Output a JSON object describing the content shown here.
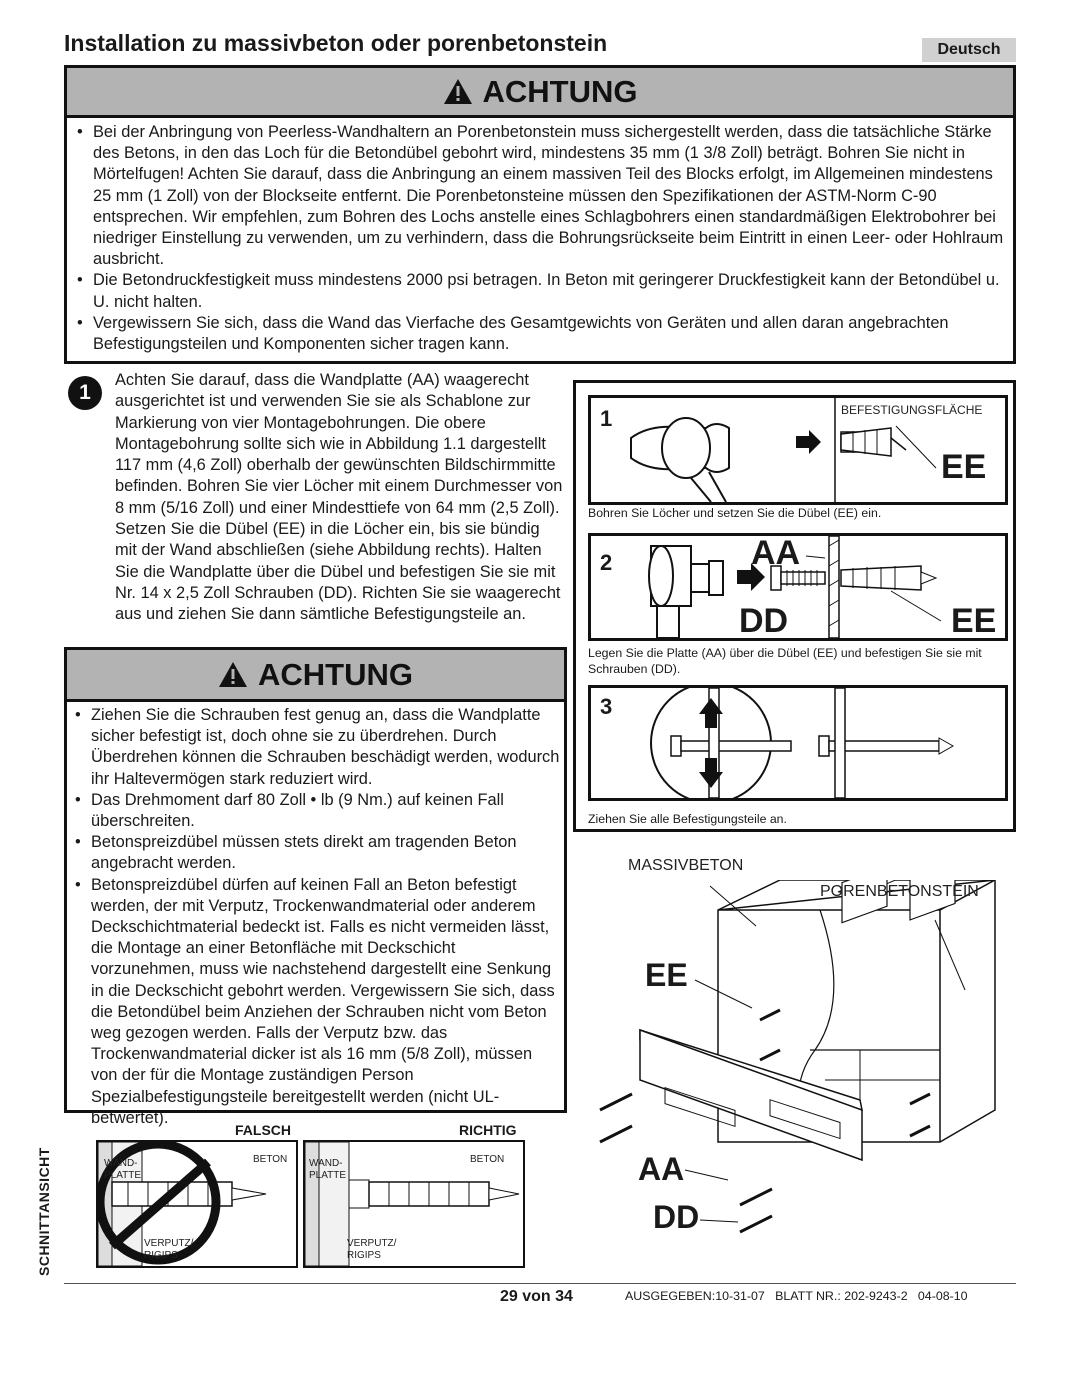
{
  "header": {
    "title": "Installation zu massivbeton oder porenbetonstein",
    "language": "Deutsch"
  },
  "warning_top": {
    "heading": "ACHTUNG",
    "items": [
      "Bei der Anbringung von Peerless-Wandhaltern an Porenbetonstein muss sichergestellt werden, dass die tatsächliche Stärke des Betons, in den das Loch für die Betondübel gebohrt wird, mindestens 35 mm (1 3/8 Zoll) beträgt. Bohren Sie nicht in Mörtelfugen! Achten Sie darauf, dass die Anbringung an einem massiven Teil des Blocks erfolgt, im Allgemeinen mindestens 25 mm (1 Zoll) von der Blockseite entfernt. Die Porenbetonsteine müssen den Spezifikationen der ASTM-Norm C-90 entsprechen. Wir empfehlen, zum Bohren des Lochs anstelle eines Schlagbohrers einen standardmäßigen Elektrobohrer bei niedriger Einstellung zu verwenden, um zu verhindern, dass die Bohrungsrückseite beim Eintritt in einen Leer- oder Hohlraum ausbricht.",
      "Die Betondruckfestigkeit muss mindestens 2000 psi betragen. In Beton mit geringerer Druckfestigkeit kann der Betondübel u. U. nicht halten.",
      "Vergewissern Sie sich, dass die Wand das Vierfache des Gesamtgewichts von Geräten und allen daran angebrachten Befestigungsteilen und Komponenten sicher tragen kann."
    ]
  },
  "step1": {
    "number": "1",
    "text": "Achten Sie darauf, dass die Wandplatte (AA) waagerecht ausgerichtet ist und verwenden Sie sie als Schablone zur Markierung von vier Montagebohrungen. Die obere Montagebohrung sollte sich wie in Abbildung 1.1 dargestellt 117 mm (4,6 Zoll) oberhalb der gewünschten Bildschirmmitte befinden. Bohren Sie vier Löcher mit einem Durchmesser von 8 mm (5/16 Zoll) und einer Mindesttiefe von 64 mm (2,5 Zoll). Setzen Sie die Dübel (EE) in die Löcher ein, bis sie bündig mit der Wand abschließen (siehe Abbildung rechts). Halten Sie die Wandplatte über die Dübel und befestigen Sie sie mit Nr. 14 x 2,5 Zoll Schrauben (DD). Richten Sie sie waagerecht aus und ziehen Sie dann sämtliche Befestigungsteile an."
  },
  "warning_low": {
    "heading": "ACHTUNG",
    "items": [
      "Ziehen Sie die Schrauben fest genug an, dass die Wandplatte sicher befestigt ist, doch ohne sie zu überdrehen. Durch Überdrehen können die Schrauben beschädigt werden, wodurch ihr Haltevermögen stark reduziert wird.",
      "Das Drehmoment darf 80 Zoll • lb (9 Nm.) auf keinen Fall überschreiten.",
      "Betonspreizdübel müssen stets direkt am tragenden Beton angebracht werden.",
      "Betonspreizdübel dürfen auf keinen Fall an Beton befestigt werden, der mit Verputz, Trockenwandmaterial oder anderem Deckschichtmaterial bedeckt ist. Falls es nicht vermeiden lässt, die Montage an einer Betonfläche mit Deckschicht vorzunehmen, muss wie nachstehend dargestellt eine Senkung in die Deckschicht gebohrt werden. Vergewissern Sie sich, dass die Betondübel beim Anziehen der Schrauben nicht vom Beton weg gezogen werden. Falls der Verputz bzw. das Trockenwandmaterial dicker ist als 16 mm (5/8 Zoll), müssen von der für die Montage zuständigen Person Spezialbefestigungsteile bereitgestellt werden (nicht UL-betwertet)."
    ]
  },
  "figures": {
    "f1": {
      "num": "1",
      "label": "BEFESTIGUNGSFLÄCHE",
      "ee": "EE",
      "caption": "Bohren Sie Löcher und setzen Sie die Dübel (EE) ein."
    },
    "f2": {
      "num": "2",
      "aa": "AA",
      "dd": "DD",
      "ee": "EE",
      "caption": "Legen Sie die Platte (AA) über die Dübel (EE) und befestigen Sie sie mit Schrauben (DD)."
    },
    "f3": {
      "num": "3",
      "caption": "Ziehen Sie alle Befestigungsteile an."
    }
  },
  "iso": {
    "massiv": "MASSIVBETON",
    "poren": "PORENBETONSTEIN",
    "ee": "EE",
    "aa": "AA",
    "dd": "DD"
  },
  "section_view": {
    "side_label": "SCHNITTANSICHT",
    "wrong": "FALSCH",
    "right": "RICHTIG",
    "wall_plate": "WAND-PLATTE",
    "concrete": "BETON",
    "plaster": "VERPUTZ/ RIGIPS"
  },
  "footer": {
    "page": "29 von 34",
    "issued": "AUSGEGEBEN:10-31-07   BLATT NR.: 202-9243-2   04-08-10"
  }
}
